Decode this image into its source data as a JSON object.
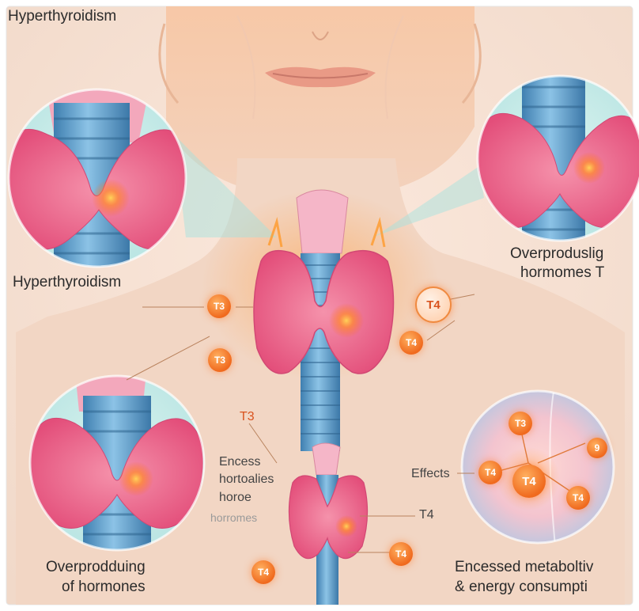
{
  "labels": {
    "top_title": "Hyperthyroidism",
    "left_title": "Hyperthyroidism",
    "right_overprod_line1": "Overproduslig",
    "right_overprod_line2": "hormomes T",
    "left_excess_1": "Encess",
    "left_excess_2": "hortoalies",
    "left_excess_3": "horoe",
    "left_excess_4": "horromes",
    "center_t3": "T3",
    "center_t4": "T4",
    "effects": "Effects",
    "bottom_left_line1": "Overprodduing",
    "bottom_left_line2": "of hormones",
    "bottom_right_line1": "Encessed metaboltiv",
    "bottom_right_line2": "& energy consumpti"
  },
  "badges": {
    "t3_left": "T3",
    "t3_left2": "T3",
    "t4_right": "T4",
    "t4_right2": "T4",
    "t4_bottom": "T4",
    "t4_bottom_left": "T4",
    "circle_t3": "T3",
    "circle_t4_left": "T4",
    "circle_t4_center": "T4",
    "circle_t4_right": "T4",
    "circle_9": "9"
  },
  "colors": {
    "background": "#f6e3d3",
    "skin": "#f7cfb3",
    "thyroid": "#ec5f86",
    "trachea": "#5a9cc9",
    "glow": "#ff8a2a",
    "magnify": "#9fe3e0"
  }
}
